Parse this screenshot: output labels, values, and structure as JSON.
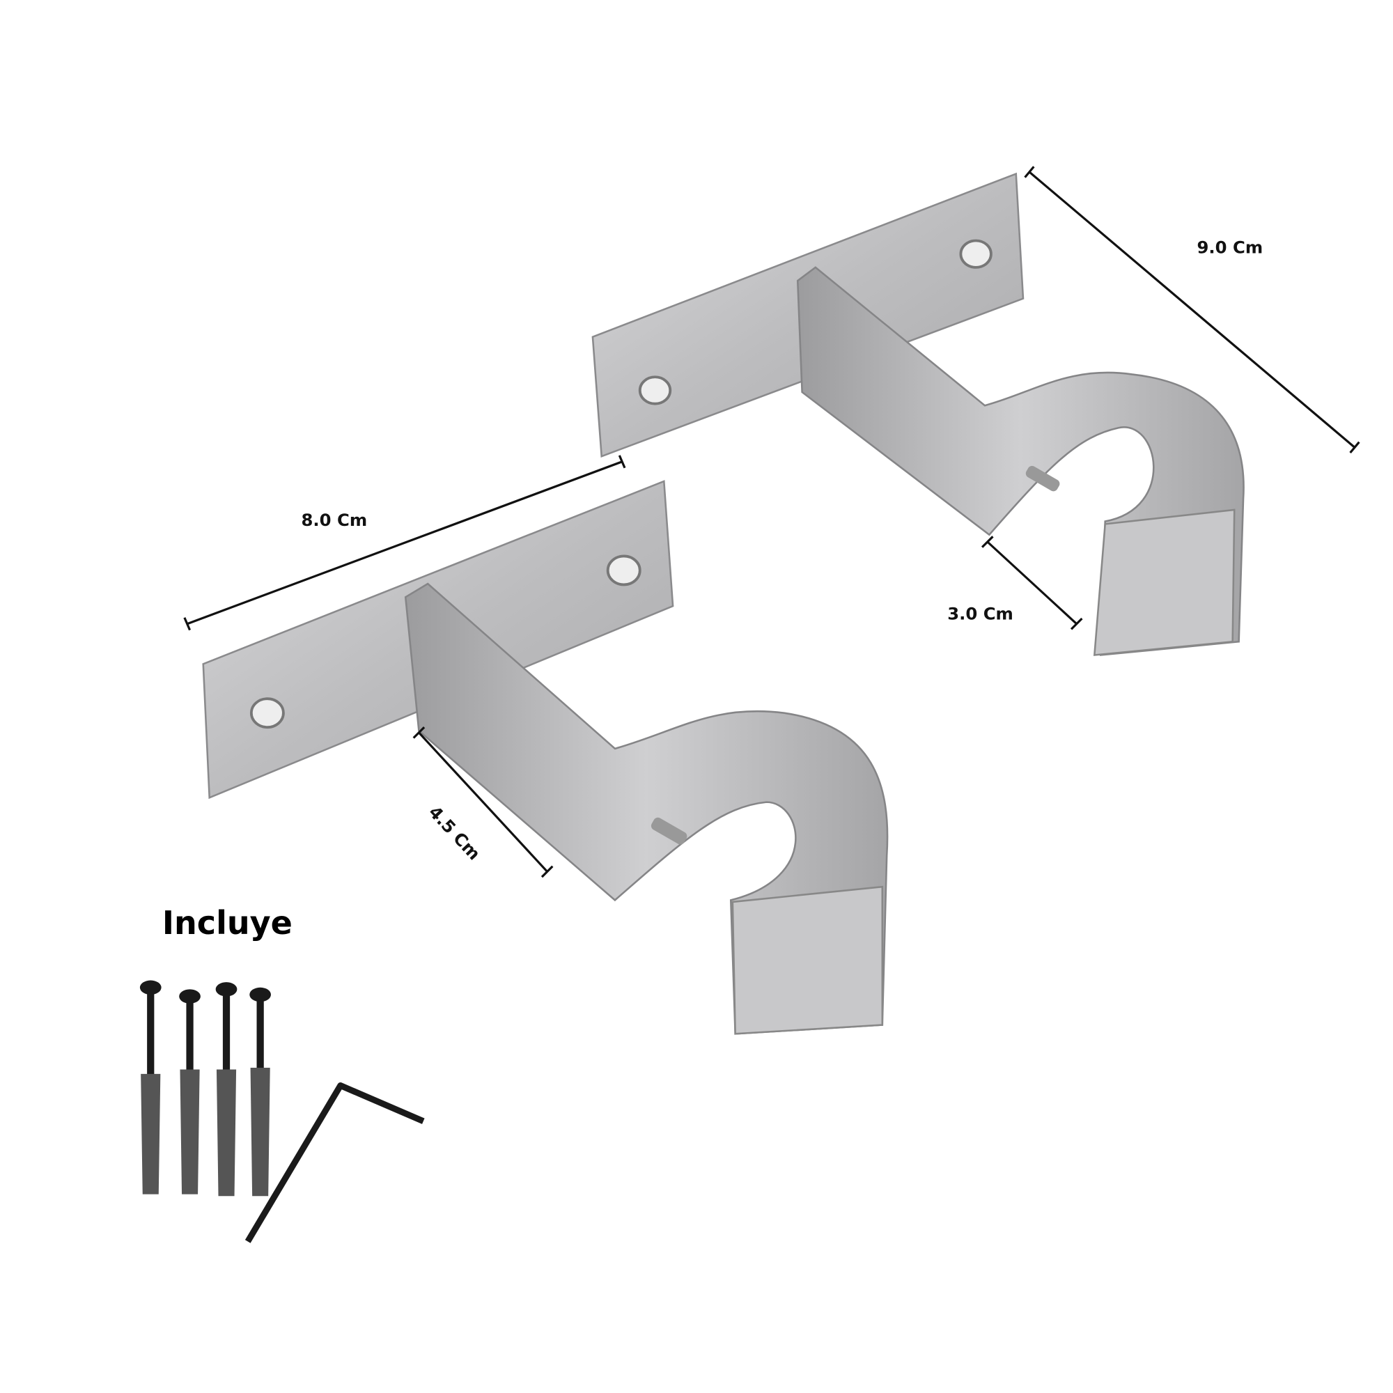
{
  "dimensions": {
    "total_depth": "9.0 Cm",
    "plate_width": "8.0 Cm",
    "rod_opening": "3.0 Cm",
    "arm_length": "4.5 Cm"
  },
  "includes": {
    "title": "Incluye",
    "items": [
      "screws",
      "wall-anchors",
      "hex-key"
    ]
  },
  "colors": {
    "metal": "#b9b9bb",
    "metal_light": "#d6d6d8",
    "metal_dark": "#8e8e90",
    "anchor": "#555555",
    "screw": "#1a1a1a"
  }
}
